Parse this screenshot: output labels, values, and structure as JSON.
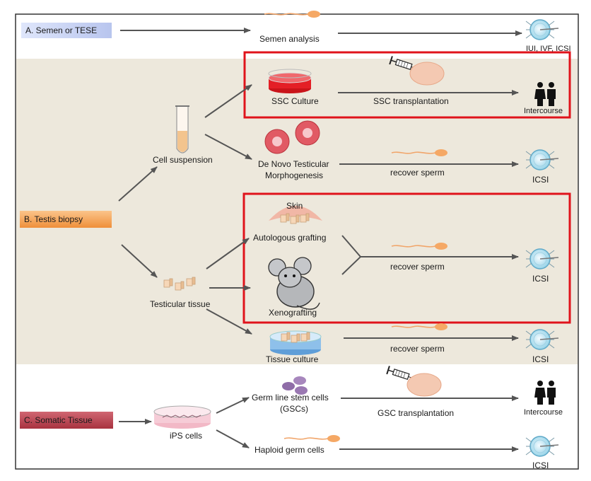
{
  "sections": {
    "a": {
      "label": "A. Semen or TESE"
    },
    "b": {
      "label": "B. Testis biopsy"
    },
    "c": {
      "label": "C. Somatic Tissue"
    }
  },
  "nodes": {
    "semen_analysis": "Semen analysis",
    "iui_ivf_icsi": "IUI, IVF, ICSI",
    "cell_suspension": "Cell suspension",
    "ssc_culture": "SSC Culture",
    "ssc_transplantation": "SSC transplantation",
    "intercourse_1": "Intercourse",
    "de_novo_line1": "De Novo Testicular",
    "de_novo_line2": "Morphogenesis",
    "recover_sperm_1": "recover sperm",
    "icsi_1": "ICSI",
    "skin": "Skin",
    "autologous_grafting": "Autologous grafting",
    "xenografting": "Xenografting",
    "recover_sperm_2": "recover sperm",
    "icsi_2": "ICSI",
    "testicular_tissue": "Testicular tissue",
    "tissue_culture": "Tissue culture",
    "recover_sperm_3": "recover sperm",
    "icsi_3": "ICSI",
    "gsc_line1": "Germ line stem cells",
    "gsc_line2": "(GSCs)",
    "gsc_transplantation": "GSC transplantation",
    "intercourse_2": "Intercourse",
    "ips_cells": "iPS cells",
    "haploid_germ_cells": "Haploid germ cells",
    "icsi_4": "ICSI"
  },
  "colors": {
    "section_a": "#c9d3f0",
    "section_b": "#f5a55a",
    "section_c": "#b9434f",
    "band_b": "#ede8dc",
    "highlight": "#e0131b",
    "arrow": "#555555",
    "frame": "#333333"
  },
  "icons": [
    "sperm-icon",
    "petri-dish-icon",
    "syringe-icon",
    "couple-icon",
    "oocyte-icon",
    "test-tube-icon",
    "organoid-icon",
    "skin-icon",
    "tissue-cube-icon",
    "mouse-icon",
    "culture-dish-icon",
    "cells-icon"
  ]
}
